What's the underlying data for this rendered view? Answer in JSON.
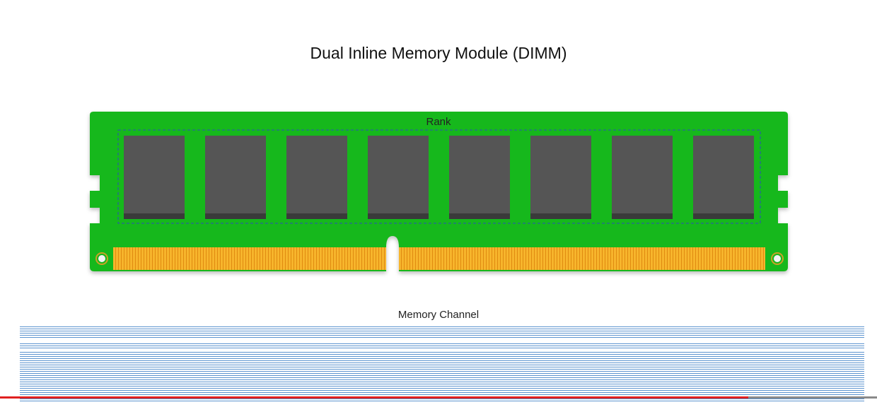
{
  "title": "Dual Inline Memory Module (DIMM)",
  "rank_label": "Rank",
  "channel_label": "Memory Channel",
  "chip_count": 8,
  "colors": {
    "pcb": "#18b81c",
    "chip": "#555555",
    "chip_shadow": "#3a3a3a",
    "gold_pins": "#f5a623",
    "rank_outline": "#2a4fb8",
    "bus_lines": "#5b93cf",
    "progress": "#e02020"
  },
  "progress": 0.853
}
